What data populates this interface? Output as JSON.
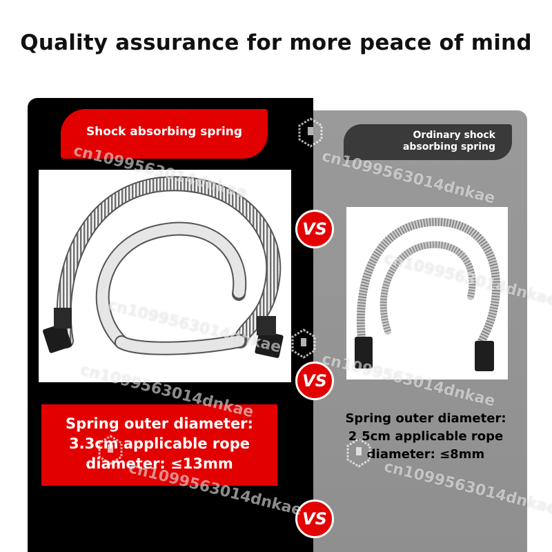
{
  "title": "Quality assurance for more peace of mind",
  "left": {
    "label": "Shock absorbing spring",
    "spec_lines": [
      "Spring outer diameter:",
      "3.3cm applicable rope",
      "diameter: ≤13mm"
    ]
  },
  "right": {
    "label_lines": [
      "Ordinary shock",
      "absorbing spring"
    ],
    "spec_lines": [
      "Spring outer diameter:",
      "2.5cm applicable rope",
      "diameter: ≤8mm"
    ]
  },
  "vs_label": "VS",
  "watermark_text": "cn1099563014dnkae",
  "colors": {
    "accent_red": "#e30000",
    "left_bg": "#000000",
    "right_bg": "#949494",
    "dark_pill": "#3a3a3a"
  },
  "icons": [
    "watermark-shop-icon",
    "spring-image"
  ]
}
